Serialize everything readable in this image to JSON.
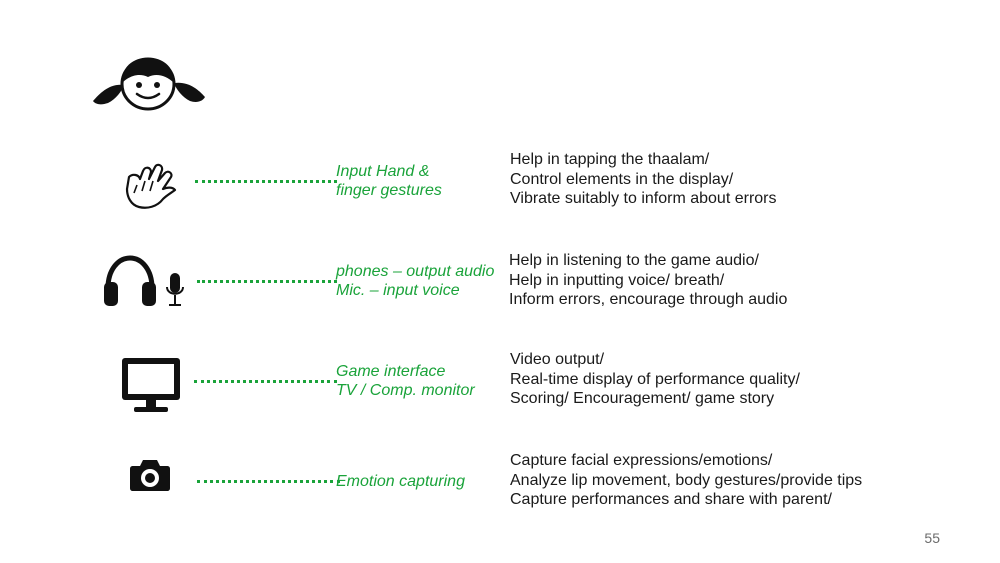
{
  "rows": [
    {
      "icon": "hand-icon",
      "label_lines": [
        "Input Hand &",
        "finger gestures"
      ],
      "desc_lines": [
        "Help in tapping the thaalam/",
        "Control elements in the display/",
        "Vibrate suitably to inform about errors"
      ]
    },
    {
      "icon": "headphones-microphone-icon",
      "label_lines": [
        "phones – output audio",
        "Mic. – input voice"
      ],
      "desc_lines": [
        "Help in listening to the game audio/",
        "Help in inputting voice/ breath/",
        "Inform errors, encourage through audio"
      ]
    },
    {
      "icon": "monitor-icon",
      "label_lines": [
        "Game interface",
        "TV / Comp. monitor"
      ],
      "desc_lines": [
        "Video output/",
        "Real-time display of performance quality/",
        "Scoring/ Encouragement/ game story"
      ]
    },
    {
      "icon": "camera-icon",
      "label_lines": [
        "Emotion capturing"
      ],
      "desc_lines": [
        "Capture facial expressions/emotions/",
        "Analyze lip movement, body gestures/provide tips",
        "Capture performances and share with parent/"
      ]
    }
  ],
  "page_number": "55",
  "colors": {
    "accent": "#1aa33a",
    "text": "#1a1a1a"
  }
}
